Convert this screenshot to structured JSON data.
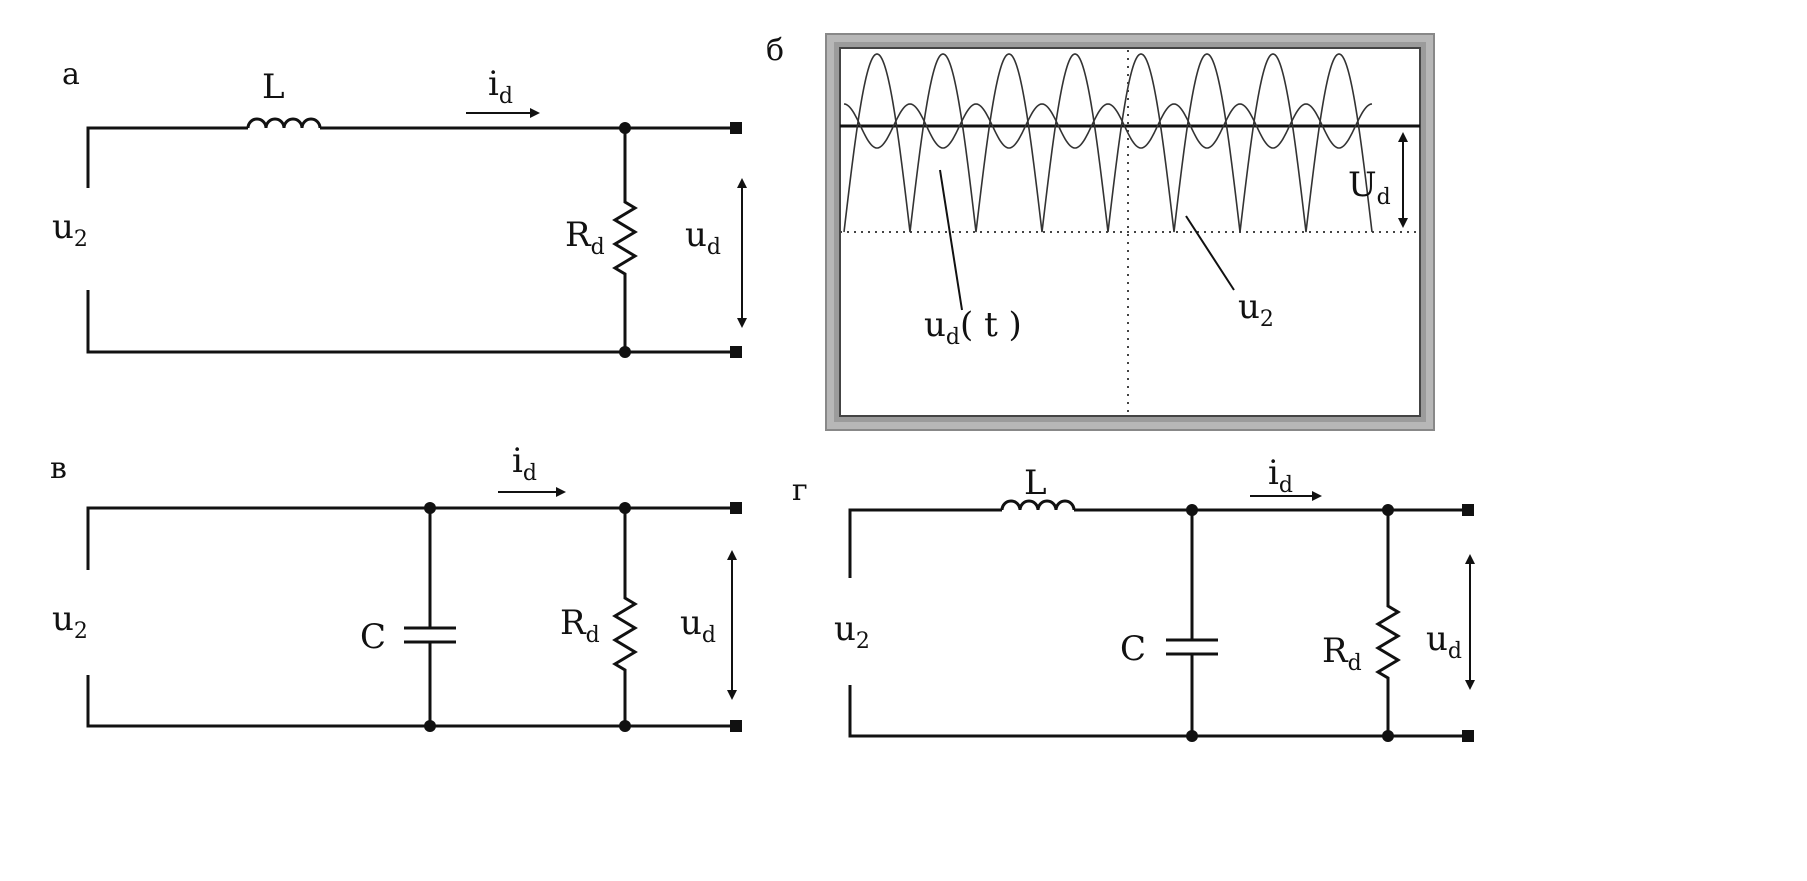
{
  "panels": {
    "a": {
      "label": "а"
    },
    "b": {
      "label": "б"
    },
    "v": {
      "label": "в"
    },
    "g": {
      "label": "г"
    }
  },
  "labels": {
    "u2_main": "u",
    "u2_sub": "2",
    "ud_main": "u",
    "ud_sub": "d",
    "id_main": "i",
    "id_sub": "d",
    "rd_main": "R",
    "rd_sub": "d",
    "L": "L",
    "C": "C"
  },
  "oscillogram": {
    "Ud_main": "U",
    "Ud_sub": "d",
    "udt_main": "u",
    "udt_sub": "d",
    "udt_suffix": "( t )",
    "u2_main": "u",
    "u2_sub": "2",
    "periods_shown": 8,
    "colors": {
      "frame_outer": "#a9a9a9",
      "frame_inner": "#555555",
      "trace": "#333333"
    }
  }
}
